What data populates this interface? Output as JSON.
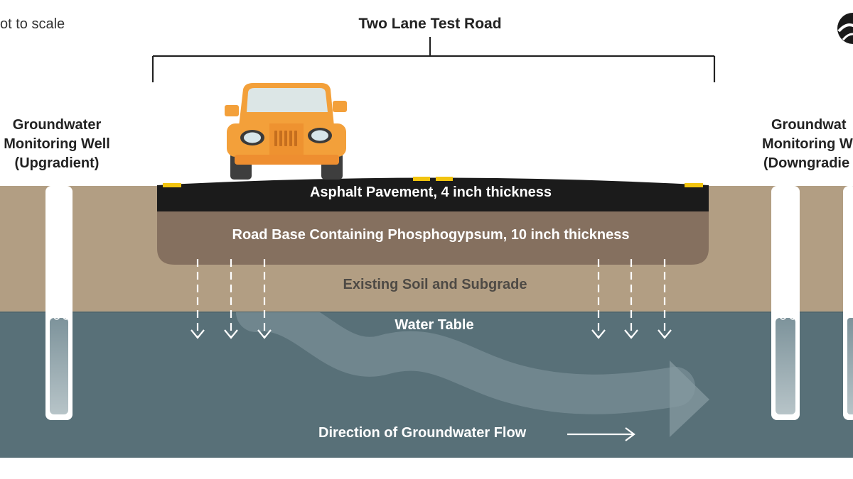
{
  "note": "ot to scale",
  "road_title": "Two Lane Test Road",
  "well_left": {
    "line1": "Groundwater",
    "line2": "Monitoring Well",
    "line3": "(Upgradient)"
  },
  "well_right": {
    "line1": "Groundwat",
    "line2": "Monitoring W",
    "line3": "(Downgradie"
  },
  "layers": {
    "asphalt": "Asphalt Pavement, 4 inch thickness",
    "road_base": "Road Base Containing Phosphogypsum, 10 inch thickness",
    "soil": "Existing Soil and Subgrade",
    "water_table": "Water Table"
  },
  "flow_label": "Direction of Groundwater Flow",
  "colors": {
    "soil": "#b29e83",
    "water": "#587078",
    "asphalt": "#1b1b1b",
    "road_base": "#85705f",
    "vehicle": "#f3a03a",
    "lane_marks": "#f2c40f"
  },
  "icons": {
    "vehicle": "jeep-icon",
    "logo": "logo-icon"
  }
}
